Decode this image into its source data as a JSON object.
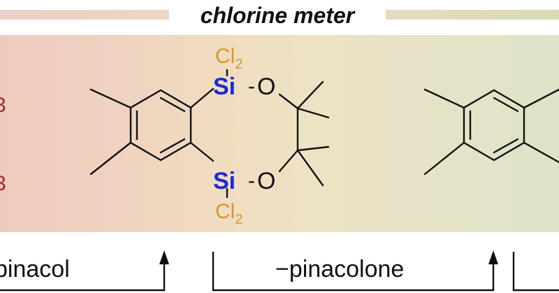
{
  "header": {
    "title": "chlorine meter"
  },
  "molecule": {
    "atom_cl2_top_base": "Cl",
    "atom_cl2_top_sub": "2",
    "atom_si_top": "Si",
    "atom_o_top": "O",
    "atom_si_bottom": "Si",
    "atom_o_bottom": "O",
    "atom_cl2_bottom_base": "Cl",
    "atom_cl2_bottom_sub": "2",
    "bond_dash": "-"
  },
  "left_fragment": {
    "partial_text_1": "3",
    "partial_text_2": "3"
  },
  "reagents": {
    "left_label": "pinacol",
    "center_label": "−pinacolone"
  },
  "colors": {
    "silicon": "#1a2ad6",
    "chlorine": "#d8952a",
    "bond": "#111111",
    "left_fragment": "#9c2b22"
  }
}
